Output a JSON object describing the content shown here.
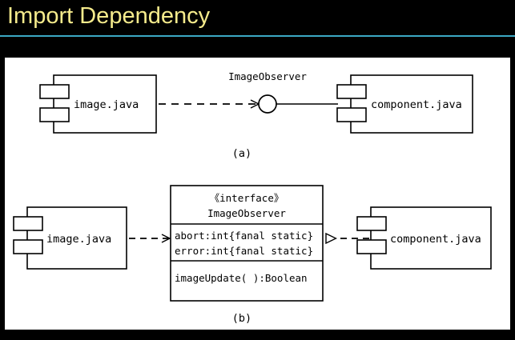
{
  "slide": {
    "title": "Import Dependency",
    "title_color": "#f5eb8c",
    "background_color": "#000000",
    "rule_color": "#3ba8c4",
    "panel_background": "#ffffff",
    "panel_border_color": "#000000"
  },
  "diagram_a": {
    "caption": "(a)",
    "client_component": "image.java",
    "interface_label": "ImageObserver",
    "supplier_component": "component.java",
    "notation": "lollipop",
    "dependency_style": "dashed-open-arrow",
    "realization_style": "solid-line-to-ball"
  },
  "diagram_b": {
    "caption": "(b)",
    "client_component": "image.java",
    "supplier_component": "component.java",
    "dependency_style": "dashed-open-arrow",
    "realization_style": "dashed-hollow-triangle",
    "interface_box": {
      "stereotype": "《interface》",
      "name": "ImageObserver",
      "attributes": [
        "abort:int{fanal static}",
        "error:int{fanal static}"
      ],
      "operations": [
        "imageUpdate( ):Boolean"
      ]
    }
  }
}
